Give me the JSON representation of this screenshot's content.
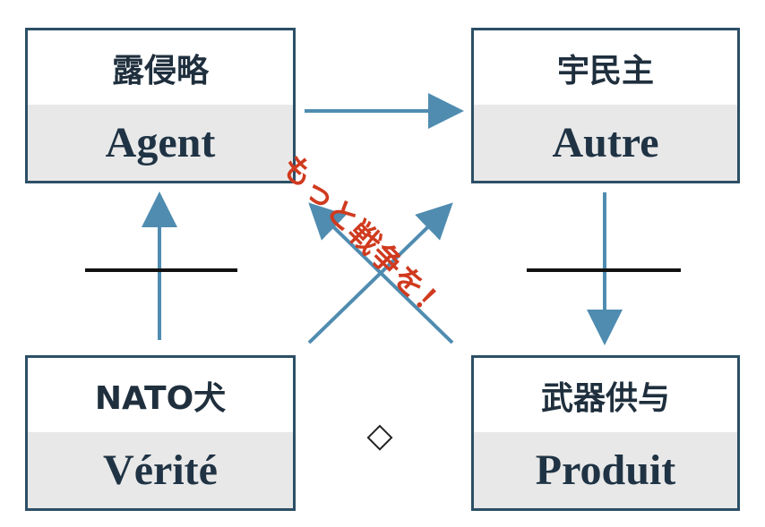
{
  "boxes": {
    "agent": {
      "jp": "露侵略",
      "fr": "Agent"
    },
    "autre": {
      "jp": "宇民主",
      "fr": "Autre"
    },
    "verite": {
      "jp": "NATO犬",
      "fr": "Vérité"
    },
    "produit": {
      "jp": "武器供与",
      "fr": "Produit"
    }
  },
  "overlay_text": "もっと戦争を！",
  "diamond": "◇",
  "colors": {
    "arrow": "#4f8cb0",
    "box_border": "#2c4f66",
    "overlay": "#d03a1e"
  }
}
